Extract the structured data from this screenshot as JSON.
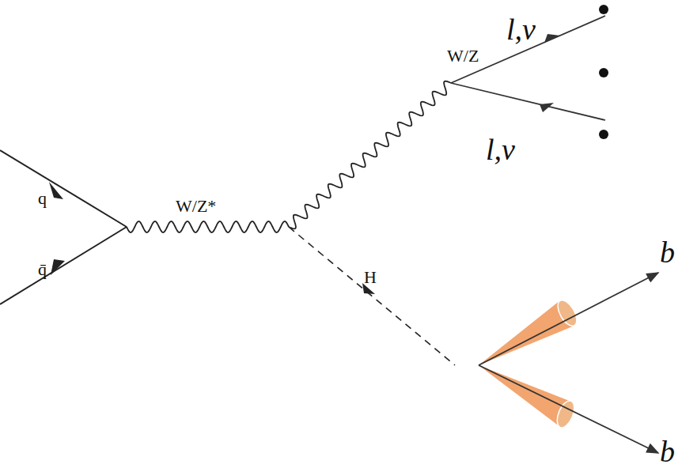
{
  "diagram": {
    "labels": [
      "l,ν",
      "W/Z",
      "l,ν",
      "q",
      "W/Z*",
      "q̄",
      "H",
      "b",
      "b"
    ]
  }
}
